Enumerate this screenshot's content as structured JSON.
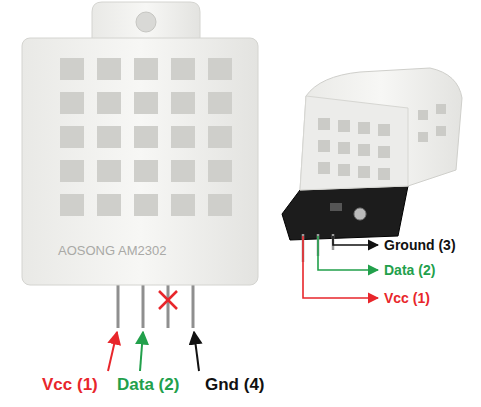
{
  "diagram": {
    "labels": [
      "AOSONG AM2302",
      "Vcc (1)",
      "Data (2)",
      "Gnd (4)",
      "Ground (3)",
      "Data (2)",
      "Vcc (1)"
    ]
  }
}
